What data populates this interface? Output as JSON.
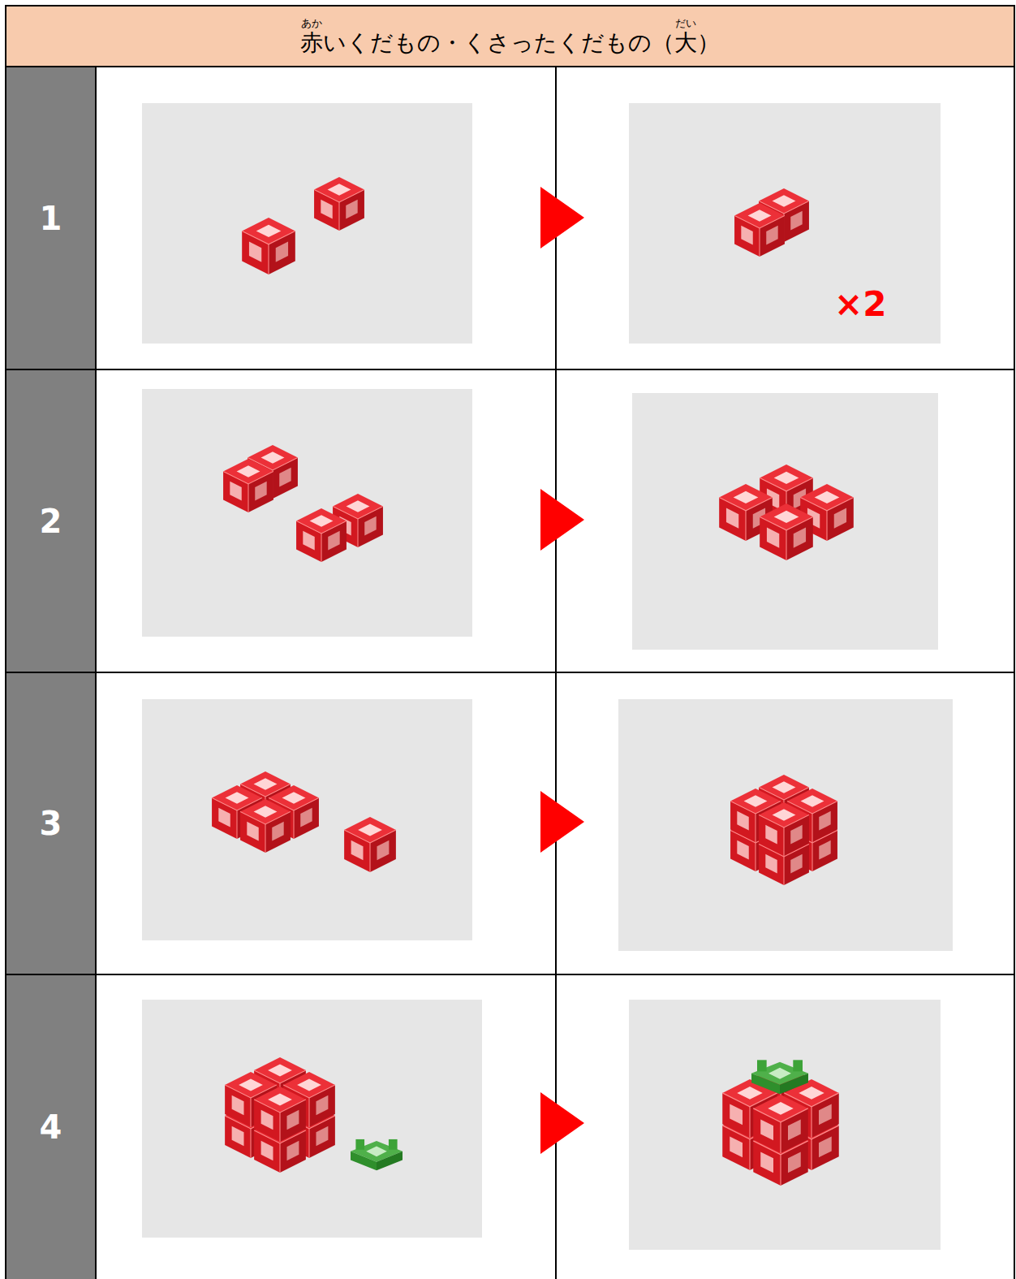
{
  "diagram": {
    "nodes": [
      {
        "text": [
          "赤いくだもの・くさったくだもの（大）"
        ]
      },
      {
        "text": [
          "1"
        ]
      },
      {
        "text": [
          "2"
        ]
      },
      {
        "text": [
          "3"
        ]
      },
      {
        "text": [
          "4"
        ]
      }
    ],
    "labels": [
      "あか",
      "だい",
      "×2"
    ]
  }
}
